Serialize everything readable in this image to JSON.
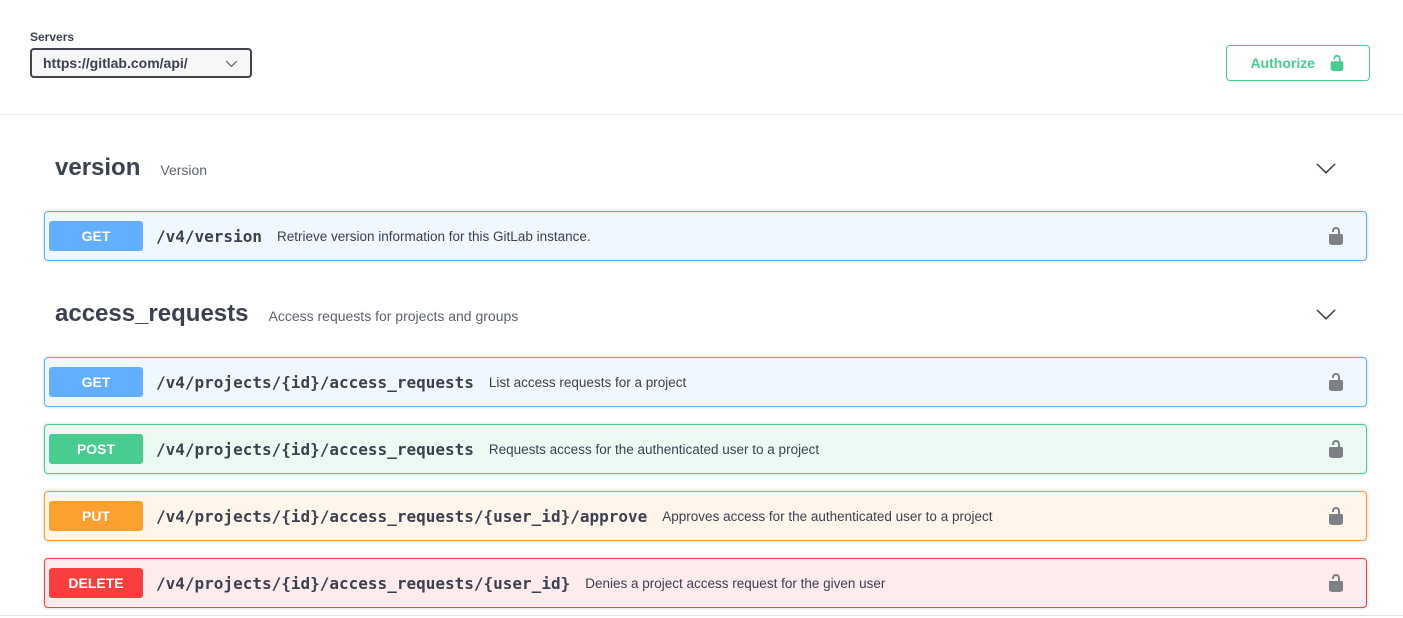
{
  "scheme": {
    "servers_label": "Servers",
    "server_selected": "https://gitlab.com/api/",
    "authorize_label": "Authorize"
  },
  "sections": [
    {
      "name": "version",
      "description": "Version",
      "operations": [
        {
          "method": "GET",
          "path": "/v4/version",
          "summary": "Retrieve version information for this GitLab instance."
        }
      ]
    },
    {
      "name": "access_requests",
      "description": "Access requests for projects and groups",
      "operations": [
        {
          "method": "GET",
          "path": "/v4/projects/{id}/access_requests",
          "summary": "List access requests for a project"
        },
        {
          "method": "POST",
          "path": "/v4/projects/{id}/access_requests",
          "summary": "Requests access for the authenticated user to a project"
        },
        {
          "method": "PUT",
          "path": "/v4/projects/{id}/access_requests/{user_id}/approve",
          "summary": "Approves access for the authenticated user to a project"
        },
        {
          "method": "DELETE",
          "path": "/v4/projects/{id}/access_requests/{user_id}",
          "summary": "Denies a project access request for the given user"
        }
      ]
    }
  ],
  "icons": {
    "section_expand": "chevron-down-icon",
    "operation_auth": "unlock-icon",
    "authorize_button": "unlock-icon",
    "server_dropdown": "chevron-down-icon"
  },
  "colors": {
    "get": "#61affe",
    "post": "#49cc90",
    "put": "#fca130",
    "delete": "#f93e3e",
    "authorize": "#49cc90",
    "heading": "#3b4151"
  }
}
